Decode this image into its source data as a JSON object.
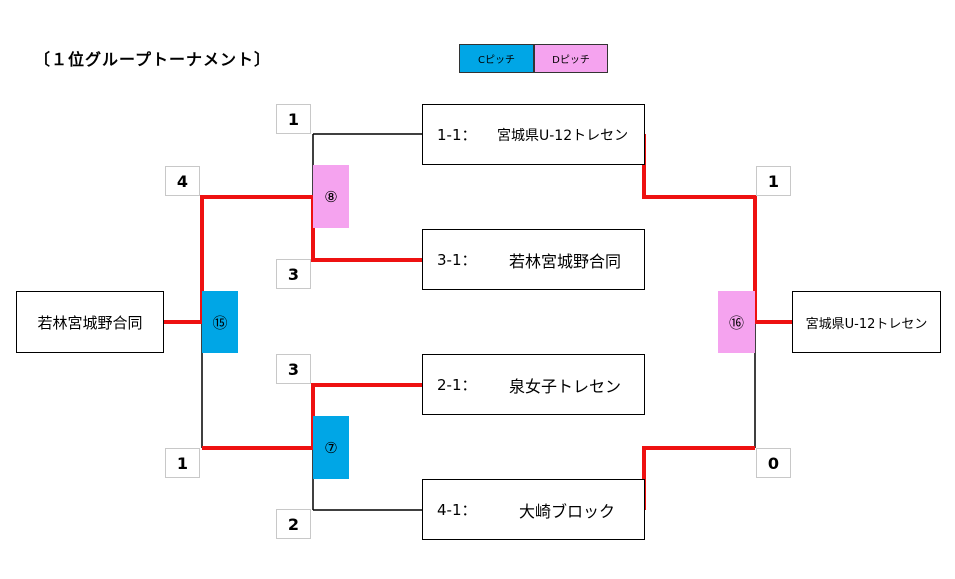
{
  "title": "〔１位グループトーナメント〕",
  "legend": {
    "c_pitch": {
      "label": "Cピッチ",
      "color": "#00a6e6"
    },
    "d_pitch": {
      "label": "Dピッチ",
      "color": "#f5a3ef"
    }
  },
  "teams": [
    {
      "code": "1-1：",
      "name": "宮城県U-12トレセン"
    },
    {
      "code": "3-1：",
      "name": "若林宮城野合同"
    },
    {
      "code": "2-1：",
      "name": "泉女子トレセン"
    },
    {
      "code": "4-1：",
      "name": "大崎ブロック"
    }
  ],
  "semifinals": {
    "left_top": {
      "number": "⑧",
      "scores": [
        "1",
        "3"
      ]
    },
    "left_bottom": {
      "number": "⑦",
      "scores": [
        "3",
        "2"
      ]
    }
  },
  "finals": {
    "left": {
      "number": "⑮",
      "winner": "若林宮城野合同",
      "scores": [
        "4",
        "1"
      ]
    },
    "right": {
      "number": "⑯",
      "winner": "宮城県U-12トレセン",
      "scores": [
        "1",
        "0"
      ]
    }
  }
}
